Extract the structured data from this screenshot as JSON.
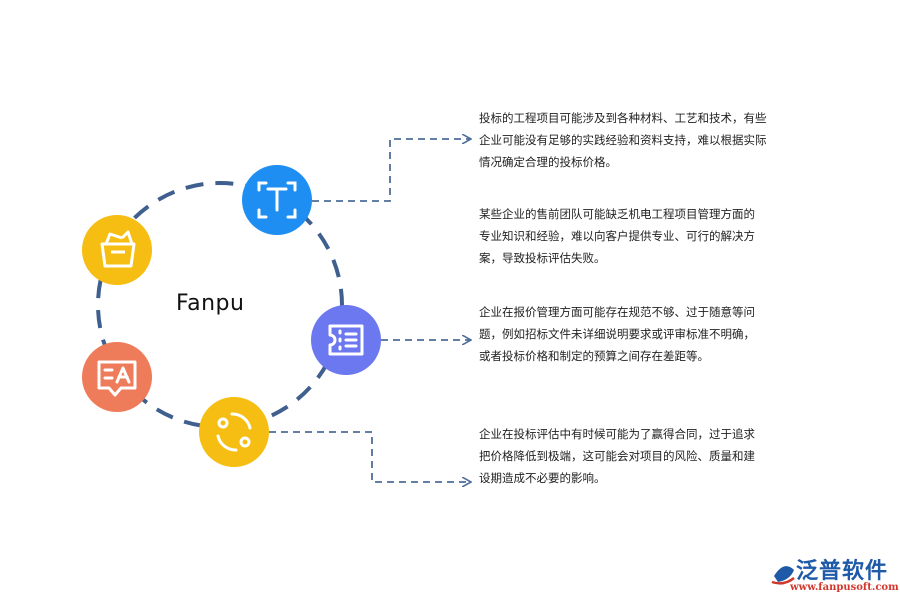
{
  "center_label": "Fanpu",
  "nodes": [
    {
      "id": "text",
      "icon": "text-frame-icon",
      "color": "#1e8ef2"
    },
    {
      "id": "folder",
      "icon": "folder-icon",
      "color": "#f6be12"
    },
    {
      "id": "list",
      "icon": "list-icon",
      "color": "#6b78ef"
    },
    {
      "id": "message",
      "icon": "message-icon",
      "color": "#ee7b5a"
    },
    {
      "id": "cycle",
      "icon": "cycle-icon",
      "color": "#f6be12"
    }
  ],
  "paragraphs": [
    "投标的工程项目可能涉及到各种材料、工艺和技术，有些\n企业可能没有足够的实践经验和资料支持，难以根据实际\n情况确定合理的投标价格。",
    "某些企业的售前团队可能缺乏机电工程项目管理方面的\n专业知识和经验，难以向客户提供专业、可行的解决方\n案，导致投标评估失败。",
    "企业在报价管理方面可能存在规范不够、过于随意等问\n题，例如招标文件未详细说明要求或评审标准不明确，\n或者投标价格和制定的预算之间存在差距等。",
    "企业在投标评估中有时候可能为了赢得合同，过于追求\n把价格降低到极端，这可能会对项目的风险、质量和建\n设期造成不必要的影响。"
  ],
  "colors": {
    "ring": "#3f5f8f",
    "connector": "#4f6d9a"
  },
  "logo": {
    "name": "泛普软件",
    "url": "www.fanpusoft.com"
  }
}
